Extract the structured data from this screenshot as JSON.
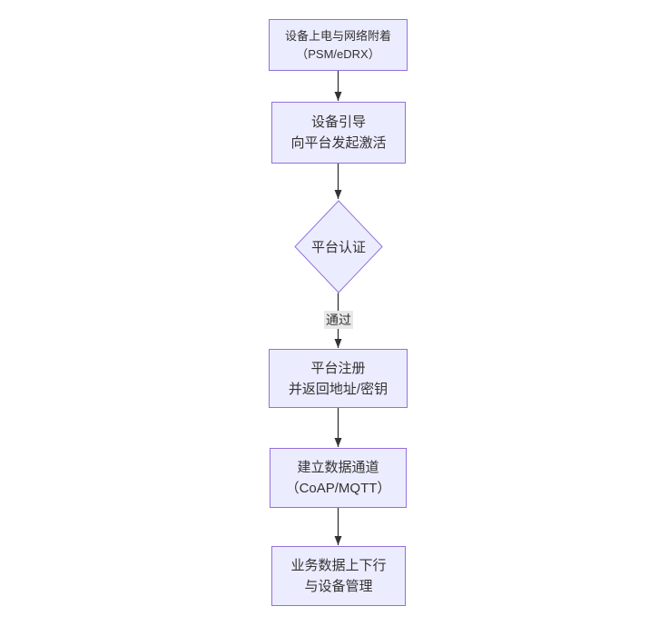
{
  "diagram": {
    "type": "flowchart",
    "direction": "top-down",
    "nodes": [
      {
        "id": "A",
        "shape": "rect",
        "lines": [
          "设备上电与网络附着",
          "（PSM/eDRX）"
        ]
      },
      {
        "id": "B",
        "shape": "rect",
        "lines": [
          "设备引导",
          "向平台发起激活"
        ]
      },
      {
        "id": "C",
        "shape": "diamond",
        "lines": [
          "平台认证"
        ]
      },
      {
        "id": "D",
        "shape": "rect",
        "lines": [
          "平台注册",
          "并返回地址/密钥"
        ]
      },
      {
        "id": "E",
        "shape": "rect",
        "lines": [
          "建立数据通道",
          "（CoAP/MQTT）"
        ]
      },
      {
        "id": "F",
        "shape": "rect",
        "lines": [
          "业务数据上下行",
          "与设备管理"
        ]
      }
    ],
    "edges": [
      {
        "from": "A",
        "to": "B",
        "label": ""
      },
      {
        "from": "B",
        "to": "C",
        "label": ""
      },
      {
        "from": "C",
        "to": "D",
        "label": "通过"
      },
      {
        "from": "D",
        "to": "E",
        "label": ""
      },
      {
        "from": "E",
        "to": "F",
        "label": ""
      }
    ],
    "colors": {
      "node_fill": "#ECECFF",
      "node_border": "#9370DB",
      "text": "#333333",
      "edge": "#333333",
      "edge_label_bg": "#e8e8e8",
      "background": "#ffffff"
    }
  }
}
